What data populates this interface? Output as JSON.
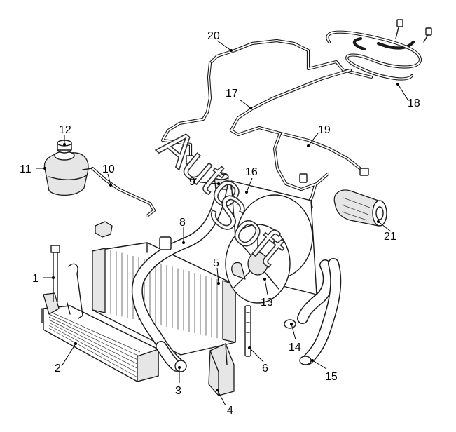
{
  "callouts": {
    "c1": "1",
    "c2": "2",
    "c3": "3",
    "c4": "4",
    "c5": "5",
    "c6": "6",
    "c7": "8",
    "c8": "9",
    "c9": "10",
    "c10": "11",
    "c11": "12",
    "c12": "13",
    "c13": "14",
    "c14": "15",
    "c15": "16",
    "c16": "17",
    "c17": "18",
    "c18": "19",
    "c19": "20",
    "c20": "21"
  },
  "watermark": {
    "w1": "Auto",
    "w2": "Soft"
  }
}
